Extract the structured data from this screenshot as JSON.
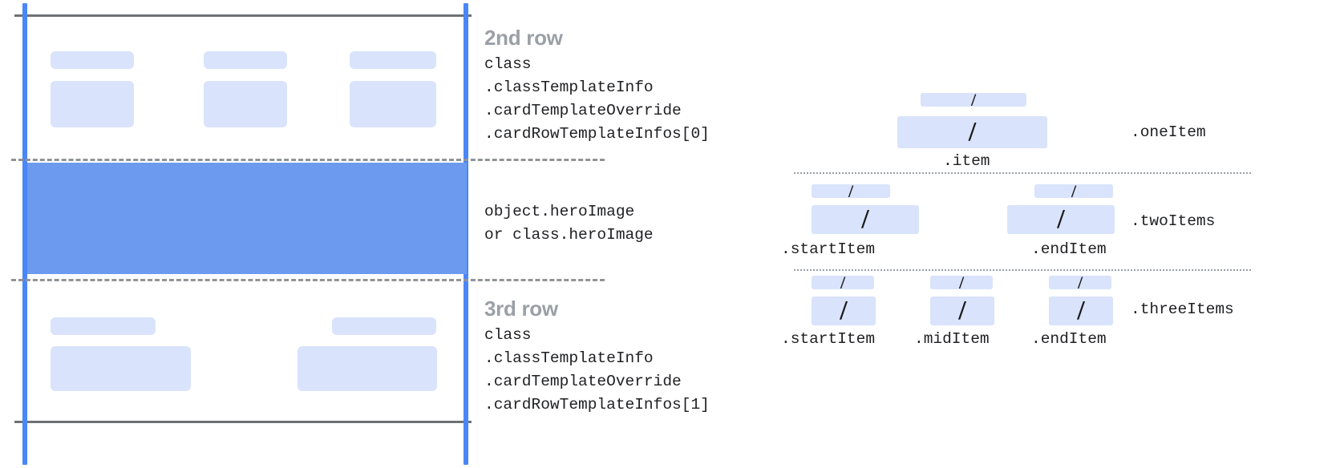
{
  "card": {
    "rows": [
      {
        "id": "second-row",
        "title": "2nd row",
        "code": "class\n.classTemplateInfo\n.cardTemplateOverride\n.cardRowTemplateInfos[0]",
        "placeholder_count": 6
      },
      {
        "id": "hero-row",
        "title": "",
        "code": "object.heroImage\nor class.heroImage",
        "placeholder_count": 0
      },
      {
        "id": "third-row",
        "title": "3rd row",
        "code": "class\n.classTemplateInfo\n.cardTemplateOverride\n.cardRowTemplateInfos[1]",
        "placeholder_count": 4
      }
    ]
  },
  "colors": {
    "placeholder": "#d9e3fb",
    "hero": "#6b9aee",
    "guide_blue": "#4a86f7",
    "rule_gray": "#6e7174",
    "dash_gray": "#919497",
    "title_gray": "#9aa0a6",
    "code_text": "#202124"
  },
  "templates": {
    "oneItem": {
      "label": ".oneItem",
      "slots": [
        {
          "caption": ".item",
          "glyph": "/"
        }
      ]
    },
    "twoItems": {
      "label": ".twoItems",
      "slots": [
        {
          "caption": ".startItem",
          "glyph": "/"
        },
        {
          "caption": ".endItem",
          "glyph": "/"
        }
      ]
    },
    "threeItems": {
      "label": ".threeItems",
      "slots": [
        {
          "caption": ".startItem",
          "glyph": "/"
        },
        {
          "caption": ".midItem",
          "glyph": "/"
        },
        {
          "caption": ".endItem",
          "glyph": "/"
        }
      ]
    }
  }
}
